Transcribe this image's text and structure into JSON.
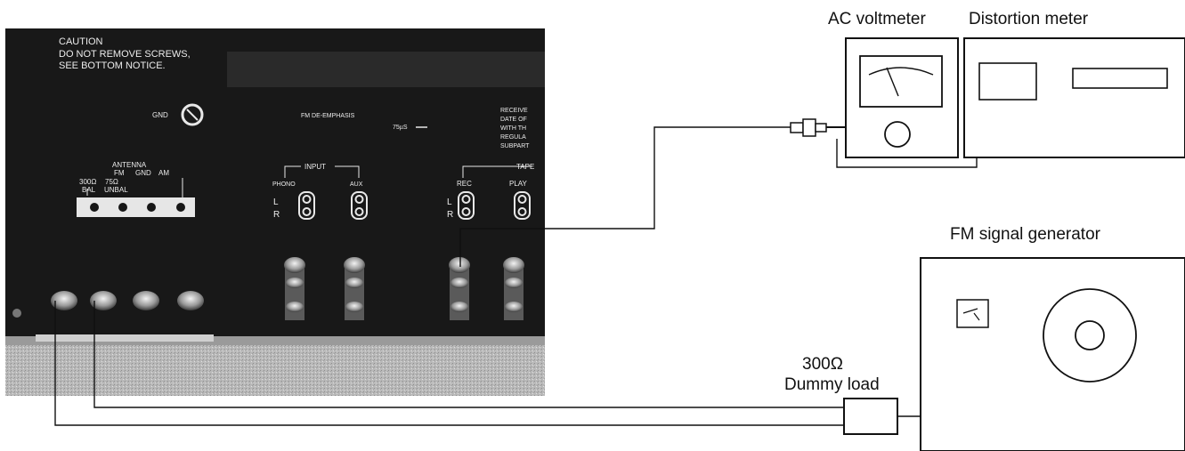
{
  "receiver_panel": {
    "caution": {
      "title": "CAUTION",
      "line1": "DO NOT REMOVE SCREWS,",
      "line2": "SEE BOTTOM NOTICE."
    },
    "gnd_label": "GND",
    "fm_deemphasis_label": "FM DE-EMPHASIS",
    "deemphasis_value": "75µS",
    "fcc_notice_lines": [
      "RECEIVE",
      "DATE OF",
      "WITH TH",
      "REGULA",
      "SUBPART"
    ],
    "antenna": {
      "title": "ANTENNA",
      "fm_label": "FM",
      "gnd_label": "GND",
      "am_label": "AM",
      "bal_impedance": "300Ω",
      "bal_label": "BAL",
      "unbal_impedance": "75Ω",
      "unbal_label": "UNBAL"
    },
    "input": {
      "title": "INPUT",
      "phono_label": "PHONO",
      "aux_label": "AUX"
    },
    "tape": {
      "title": "TAPE",
      "rec_label": "REC",
      "play_label": "PLAY"
    },
    "channel_left": "L",
    "channel_right": "R"
  },
  "equipment": {
    "ac_voltmeter": "AC voltmeter",
    "distortion_meter": "Distortion meter",
    "fm_signal_generator": "FM signal generator",
    "dummy_load_value": "300Ω",
    "dummy_load_label": "Dummy load"
  },
  "colors": {
    "panel": "#1a1a1a",
    "panel_text": "#ececec",
    "line": "#111111",
    "background": "#ffffff"
  }
}
